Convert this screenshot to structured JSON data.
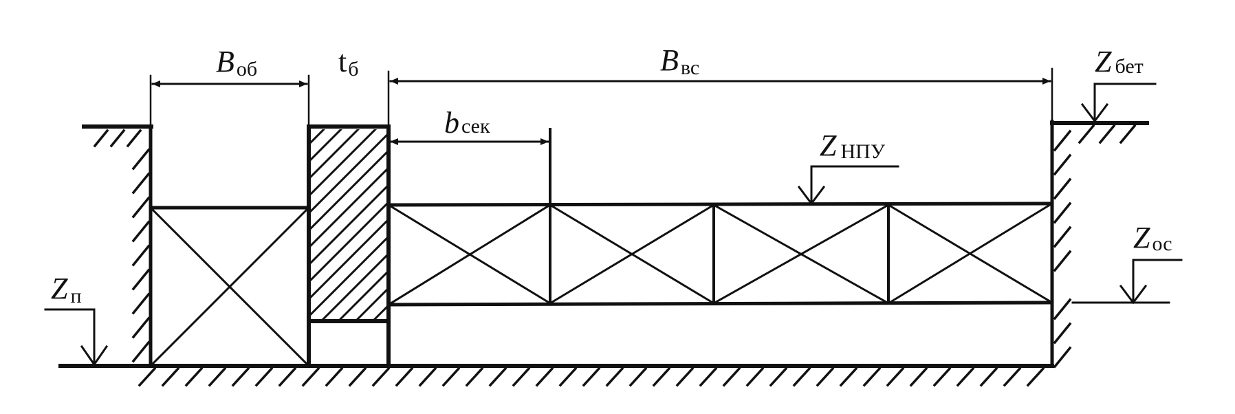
{
  "colors": {
    "ink": "#111111",
    "background": "#ffffff"
  },
  "labels": {
    "b_ob": {
      "main": "B",
      "sub": "об"
    },
    "t_b": {
      "main": "t",
      "sub": "б"
    },
    "b_vs": {
      "main": "B",
      "sub": "вс"
    },
    "b_sek": {
      "main": "b",
      "sub": "сек"
    },
    "z_bet": {
      "main": "Z",
      "sub": "бет"
    },
    "z_npu": {
      "main": "Z",
      "sub": "НПУ"
    },
    "z_os": {
      "main": "Z",
      "sub": "ос"
    },
    "z_p": {
      "main": "Z",
      "sub": "п"
    }
  }
}
